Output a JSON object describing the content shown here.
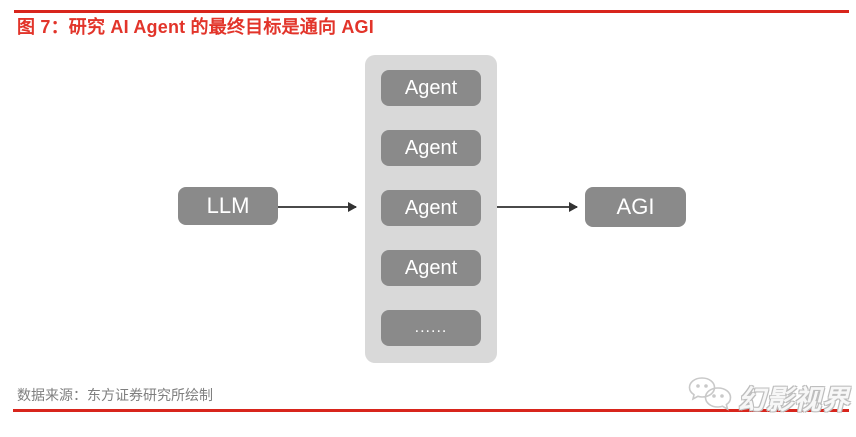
{
  "figure": {
    "title": "图 7：研究 AI Agent 的最终目标是通向 AGI",
    "source": "数据来源：东方证券研究所绘制"
  },
  "diagram": {
    "left_node": "LLM",
    "right_node": "AGI",
    "agents": [
      "Agent",
      "Agent",
      "Agent",
      "Agent",
      "......"
    ]
  },
  "watermark": {
    "label": "幻影视界",
    "icon": "chat-bubbles-icon"
  },
  "colors": {
    "accent_red": "#d8251c",
    "title_red": "#e2342a",
    "node_gray": "#8a8a8a",
    "container_gray": "#d9d9d9",
    "source_text_gray": "#7f7f7f",
    "arrow_dark": "#4a4a4a",
    "watermark_gray": "#bdbdbd"
  }
}
